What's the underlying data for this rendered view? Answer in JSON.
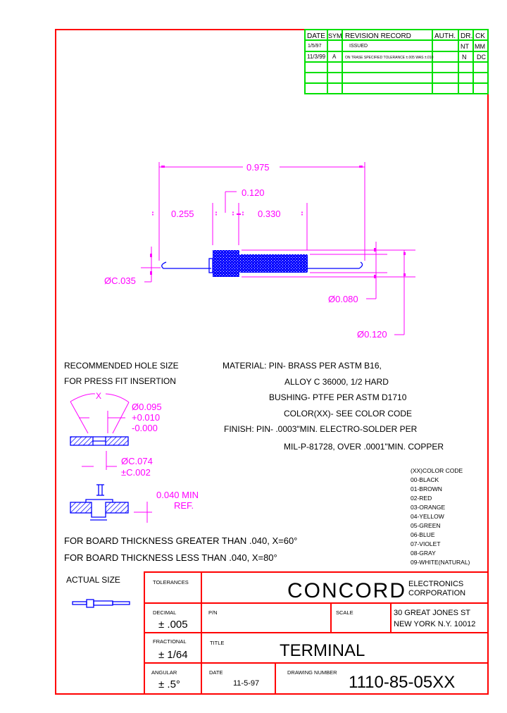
{
  "colors": {
    "frame": "#ff0000",
    "revision_grid": "#00e000",
    "dimension": "#ff00ff",
    "part": "#0000ff",
    "text": "#000000"
  },
  "revision_table": {
    "headers": [
      "DATE",
      "SYM",
      "REVISION RECORD",
      "AUTH.",
      "DR.",
      "CK"
    ],
    "rows": [
      {
        "date": "1/5/97",
        "sym": "",
        "record": "ISSUED",
        "auth": "",
        "dr": "NT",
        "ck": "MM"
      },
      {
        "date": "11/3/99",
        "sym": "A",
        "record": "ON TRASE SPECIFIED TOLERANCE ±.005 WAS ±.010",
        "auth": "",
        "dr": "N",
        "ck": "DC"
      },
      {
        "date": "",
        "sym": "",
        "record": "",
        "auth": "",
        "dr": "",
        "ck": ""
      },
      {
        "date": "",
        "sym": "",
        "record": "",
        "auth": "",
        "dr": "",
        "ck": ""
      },
      {
        "date": "",
        "sym": "",
        "record": "",
        "auth": "",
        "dr": "",
        "ck": ""
      }
    ]
  },
  "dimensions": {
    "overall_length": "0.975",
    "head_width": "0.120",
    "left_pin_length": "0.255",
    "right_body_length": "0.330",
    "pin_diameter": "ØC.035",
    "body_diameter": "Ø0.080",
    "head_diameter": "Ø0.120"
  },
  "hole_size": {
    "title_line1": "RECOMMENDED HOLE SIZE",
    "title_line2": "FOR PRESS FIT INSERTION",
    "angle_label": "X",
    "hole_diameter": "Ø0.095",
    "tol_plus": "+0.010",
    "tol_minus": "-0.000",
    "pin_hole_diameter": "ØC.074",
    "pin_hole_tol": "±C.002",
    "min_ref_line1": "0.040 MIN",
    "min_ref_line2": "REF."
  },
  "notes": {
    "material_1": "MATERIAL: PIN- BRASS PER ASTM B16,",
    "material_2": "ALLOY C 36000, 1/2 HARD",
    "material_3": "BUSHING- PTFE PER ASTM D1710",
    "material_4": "COLOR(XX)- SEE COLOR CODE",
    "finish_1": "FINISH: PIN- .0003\"MIN. ELECTRO-SOLDER PER",
    "finish_2": "MIL-P-81728, OVER .0001\"MIN. COPPER",
    "board_greater": "FOR BOARD THICKNESS GREATER THAN .040, X=60°",
    "board_less": "FOR BOARD THICKNESS LESS THAN .040, X=80°"
  },
  "color_code": {
    "title": "(XX)COLOR CODE",
    "items": [
      "00-BLACK",
      "01-BROWN",
      "02-RED",
      "03-ORANGE",
      "04-YELLOW",
      "05-GREEN",
      "06-BLUE",
      "07-VIOLET",
      "08-GRAY",
      "09-WHITE(NATURAL)"
    ]
  },
  "actual_size": {
    "label": "ACTUAL SIZE"
  },
  "title_block": {
    "tolerances_label": "TOLERANCES",
    "company_name": "CONCORD",
    "company_sub1": "ELECTRONICS",
    "company_sub2": "CORPORATION",
    "decimal_label": "DECIMAL",
    "decimal_value": "± .005",
    "pn_label": "P/N",
    "pn_value": "",
    "scale_label": "SCALE",
    "scale_value": "",
    "address1": "30 GREAT JONES ST",
    "address2": "NEW YORK N.Y. 10012",
    "fractional_label": "FRACTIONAL",
    "fractional_value": "± 1/64",
    "title_label": "TITLE",
    "title_value": "TERMINAL",
    "angular_label": "ANGULAR",
    "angular_value": "± .5°",
    "date_label": "DATE",
    "date_value": "11-5-97",
    "drawing_number_label": "DRAWING NUMBER",
    "drawing_number": "1110-85-05XX"
  }
}
